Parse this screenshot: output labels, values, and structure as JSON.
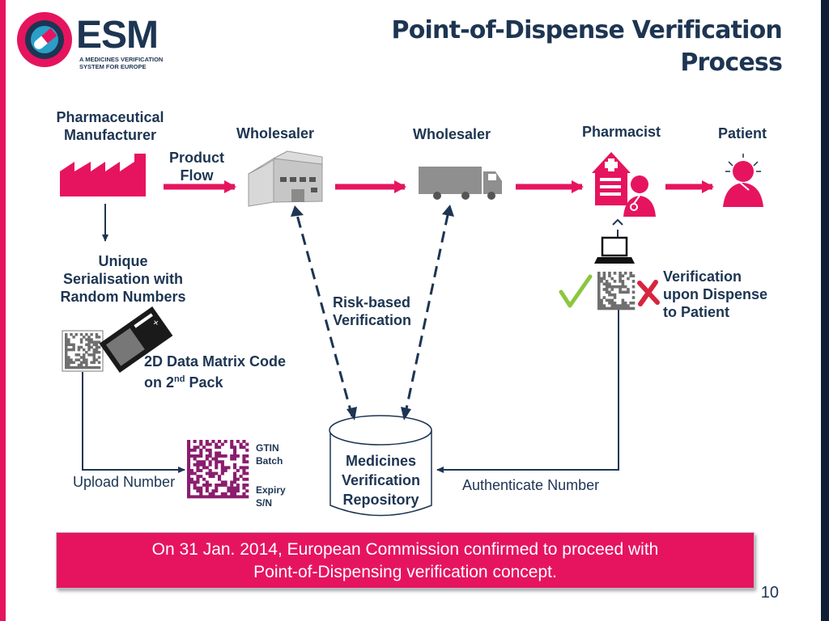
{
  "logo": {
    "name": "ESM",
    "subtitle_line1": "A MEDICINES VERIFICATION",
    "subtitle_line2": "SYSTEM FOR EUROPE"
  },
  "title": {
    "line1": "Point-of-Dispense Verification",
    "line2": "Process"
  },
  "actors": {
    "manufacturer_line1": "Pharmaceutical",
    "manufacturer_line2": "Manufacturer",
    "wholesaler1": "Wholesaler",
    "wholesaler2": "Wholesaler",
    "pharmacist": "Pharmacist",
    "patient": "Patient"
  },
  "product_flow": {
    "line1": "Product",
    "line2": "Flow"
  },
  "serialisation": {
    "line1": "Unique",
    "line2": "Serialisation with",
    "line3": "Random Numbers"
  },
  "data_matrix": {
    "line1": "2D Data Matrix Code",
    "line2_prefix": "on 2",
    "line2_sup": "nd",
    "line2_suffix": " Pack"
  },
  "risk": {
    "line1": "Risk-based",
    "line2": "Verification"
  },
  "verification_dispense": {
    "line1": "Verification",
    "line2": "upon Dispense",
    "line3": "to Patient"
  },
  "code_fields": {
    "gtin": "GTIN",
    "batch": "Batch",
    "expiry": "Expiry",
    "sn": "S/N"
  },
  "repository": {
    "line1": "Medicines",
    "line2": "Verification",
    "line3": "Repository"
  },
  "upload_label": "Upload Number",
  "authenticate_label": "Authenticate Number",
  "banner": {
    "line1": "On 31 Jan. 2014, European Commission confirmed to proceed with",
    "line2": "Point-of-Dispensing verification concept."
  },
  "page_number": "10",
  "colors": {
    "accent": "#e6145e",
    "navy": "#1d3552",
    "check": "#8dc63f",
    "cross": "#d7263d"
  }
}
